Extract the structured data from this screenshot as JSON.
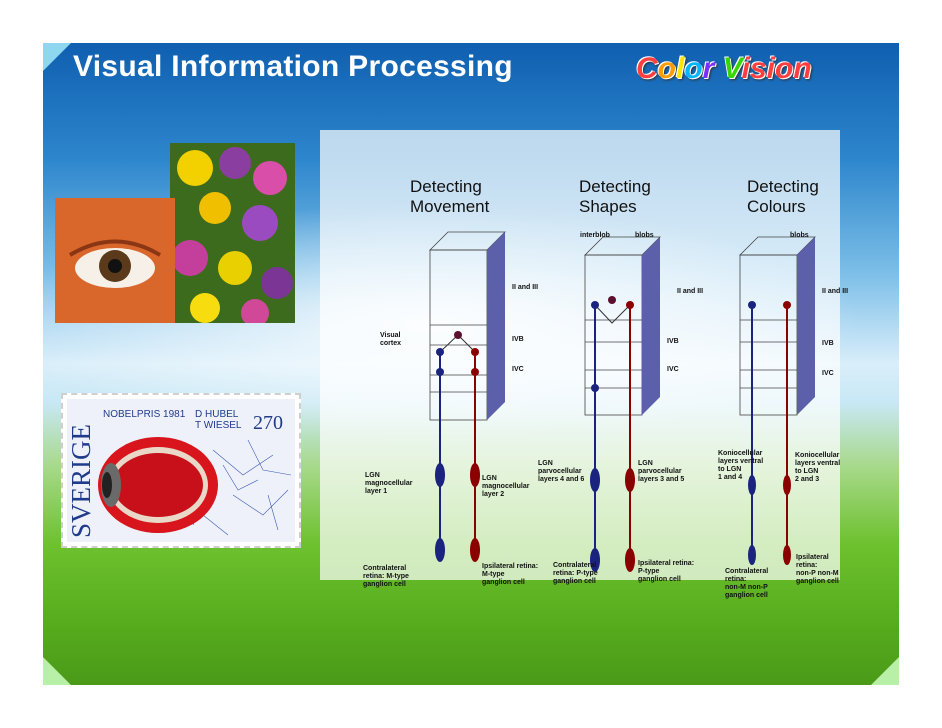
{
  "slide": {
    "title": "Visual Information Processing",
    "badge": [
      "C",
      "o",
      "l",
      "o",
      "r",
      " ",
      "V",
      "i",
      "s",
      "i",
      "o",
      "n"
    ]
  },
  "stamp": {
    "country": "SVERIGE",
    "prize": "NOBELPRIS 1981",
    "laureate_1": "D HUBEL",
    "laureate_2": "T WIESEL",
    "value": "270"
  },
  "diagram": {
    "col1_title": "Detecting\nMovement",
    "col2_title": "Detecting\nShapes",
    "col3_title": "Detecting\nColours",
    "interblob": "interblob",
    "blobs2": "blobs",
    "blobs3": "blobs",
    "layer_ii_iii_1": "II and III",
    "layer_ii_iii_2": "II and III",
    "layer_ii_iii_3": "II and III",
    "visual_cortex": "Visual\ncortex",
    "ivb_1": "IVB",
    "ivb_2": "IVB",
    "ivb_3": "IVB",
    "ivc_1": "IVC",
    "ivc_2": "IVC",
    "ivc_3": "IVC",
    "lgn_mag1": "LGN\nmagnocellular\nlayer 1",
    "lgn_mag2": "LGN\nmagnocellular\nlayer 2",
    "lgn_parvo45": "LGN\nparvocellular\nlayers 4 and 6",
    "lgn_parvo35": "LGN\nparvocellular\nlayers 3 and 5",
    "konio14": "Koniocellular\nlayers ventral\nto LGN\n1 and 4",
    "konio23": "Koniocellular\nlayers ventral\nto LGN\n2 and 3",
    "contra_m": "Contralateral\nretina: M-type\nganglion cell",
    "ipsi_m": "Ipsilateral retina:\nM-type\nganglion cell",
    "contra_p": "Contralateral\nretina: P-type\nganglion cell",
    "ipsi_p": "Ipsilateral retina:\nP-type\nganglion cell",
    "contra_k": "Contralateral\nretina:\nnon-M non-P\nganglion cell",
    "ipsi_k": "Ipsilateral\nretina:\nnon-P non-M\nganglion cell"
  },
  "colors": {
    "contralateral": "#1a237e",
    "ipsilateral": "#8b0000",
    "block_side": "#5c5faa"
  }
}
